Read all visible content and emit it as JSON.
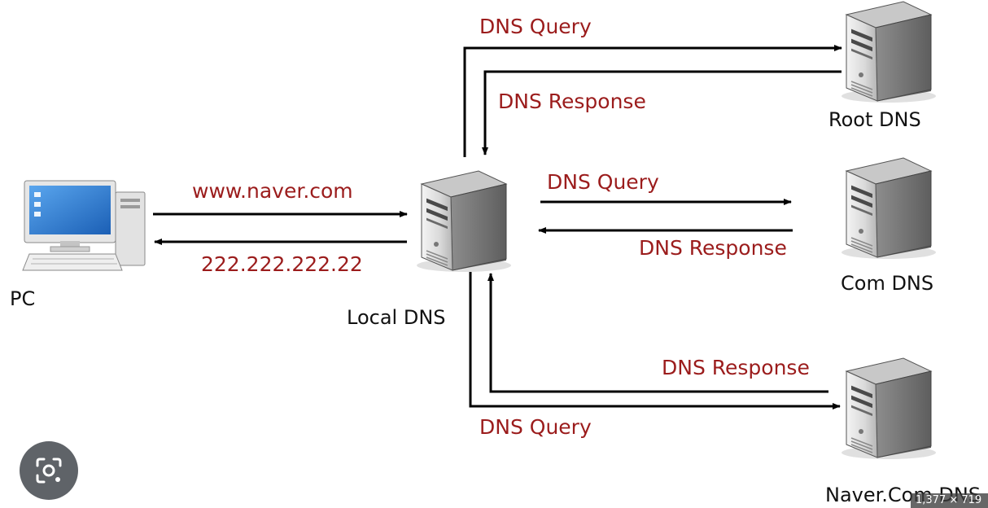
{
  "nodes": {
    "pc": "PC",
    "local_dns": "Local DNS",
    "root_dns": "Root DNS",
    "com_dns": "Com DNS",
    "naver_dns": "Naver.Com DNS"
  },
  "edges": {
    "pc_request": "www.naver.com",
    "pc_response": "222.222.222.22",
    "root_query": "DNS Query",
    "root_response": "DNS Response",
    "com_query": "DNS Query",
    "com_response": "DNS Response",
    "naver_query": "DNS Query",
    "naver_response": "DNS Response"
  },
  "overlay": {
    "lens_icon": "lens-icon",
    "size_badge": "1,377 × 719"
  },
  "colors": {
    "edge_label": "#9b1c1c",
    "node_label": "#111111",
    "arrow": "#000000"
  }
}
